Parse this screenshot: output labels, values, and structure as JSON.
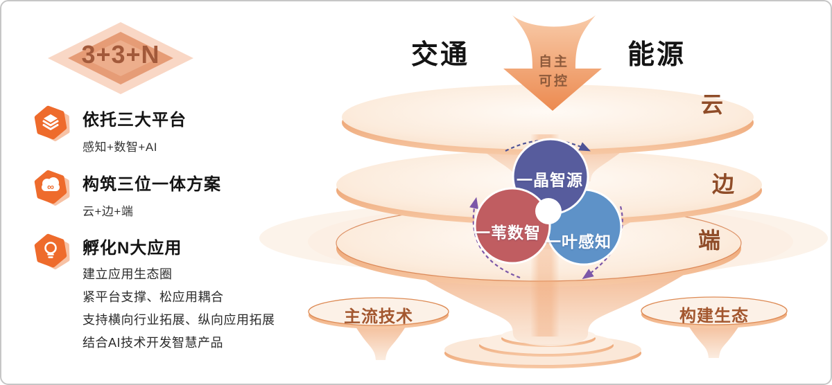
{
  "badge": {
    "label": "3+3+N"
  },
  "features": [
    {
      "icon": "layers-icon",
      "title": "依托三大平台",
      "subtitle": "感知+数智+AI"
    },
    {
      "icon": "cloud-infinity-icon",
      "title": "构筑三位一体方案",
      "subtitle": "云+边+端"
    },
    {
      "icon": "lightbulb-icon",
      "title": "孵化N大应用",
      "points": [
        "建立应用生态圈",
        "紧平台支撑、松应用耦合",
        "支持横向行业拓展、纵向应用拓展",
        "结合AI技术开发智慧产品"
      ]
    }
  ],
  "diagram": {
    "domain_left": "交通",
    "domain_right": "能源",
    "arrow_label": {
      "line1": "自主",
      "line2": "可控"
    },
    "layers": [
      {
        "label": "云"
      },
      {
        "label": "边"
      },
      {
        "label": "端"
      }
    ],
    "cores": [
      {
        "label": "一晶智源",
        "color": "#575c9d"
      },
      {
        "label": "一苇数智",
        "color": "#c05d61"
      },
      {
        "label": "一叶感知",
        "color": "#5e92c8"
      }
    ],
    "pedestals": [
      {
        "label": "主流技术"
      },
      {
        "label": "构建生态"
      }
    ]
  },
  "colors": {
    "accent_orange": "#ee6b2c",
    "peach_light": "#fbe3d2",
    "brown_text": "#8f4c28",
    "purple_arc": "#7c57a8",
    "indigo_arc": "#4e5396"
  }
}
